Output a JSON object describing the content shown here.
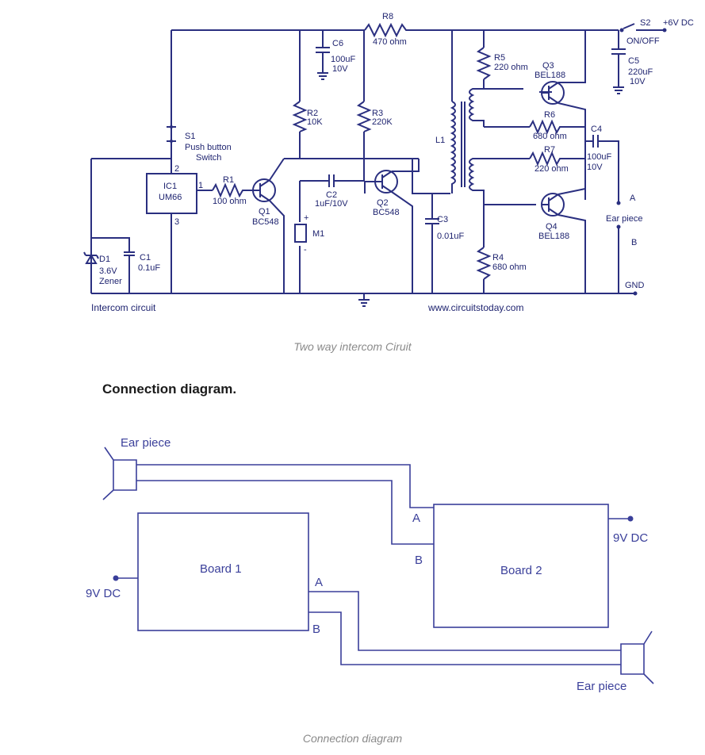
{
  "schematic": {
    "caption": "Two way intercom Ciruit",
    "footer_left": "Intercom circuit",
    "footer_right": "www.circuitstoday.com",
    "labels": {
      "r8": "R8",
      "r8v": "470 ohm",
      "s2": "S2",
      "supply": "+6V DC",
      "onoff": "ON/OFF",
      "c6": "C6",
      "c6v1": "100uF",
      "c6v2": "10V",
      "c5": "C5",
      "c5v1": "220uF",
      "c5v2": "10V",
      "r5": "R5",
      "r5v": "220 ohm",
      "q3": "Q3",
      "q3v": "BEL188",
      "r2": "R2",
      "r2v": "10K",
      "r3": "R3",
      "r3v": "220K",
      "r6": "R6",
      "r6v": "680 ohm",
      "c4": "C4",
      "c4v1": "100uF",
      "c4v2": "10V",
      "r7": "R7",
      "r7v": "220 ohm",
      "l1": "L1",
      "s1": "S1",
      "s1v1": "Push button",
      "s1v2": "Switch",
      "ic1": "IC1",
      "ic1v": "UM66",
      "pin1": "1",
      "pin2": "2",
      "pin3": "3",
      "r1": "R1",
      "r1v": "100 ohm",
      "q1": "Q1",
      "q1v": "BC548",
      "c2": "C2",
      "c2v": "1uF/10V",
      "q2": "Q2",
      "q2v": "BC548",
      "c3": "C3",
      "c3v": "0.01uF",
      "q4": "Q4",
      "q4v": "BEL188",
      "a": "A",
      "earpiece": "Ear piece",
      "b": "B",
      "m1": "M1",
      "plus": "+",
      "minus": "-",
      "d1": "D1",
      "d1v1": "3.6V",
      "d1v2": "Zener",
      "c1": "C1",
      "c1v": "0.1uF",
      "r4": "R4",
      "r4v": "680 ohm",
      "gnd": "GND"
    }
  },
  "section_heading": "Connection diagram.",
  "connection": {
    "caption": "Connection diagram",
    "ear_piece_top": "Ear piece",
    "ear_piece_bottom": "Ear piece",
    "board1": "Board 1",
    "board2": "Board 2",
    "power_left": "9V DC",
    "power_right": "9V DC",
    "a1": "A",
    "b1": "B",
    "a2": "A",
    "b2": "B"
  }
}
